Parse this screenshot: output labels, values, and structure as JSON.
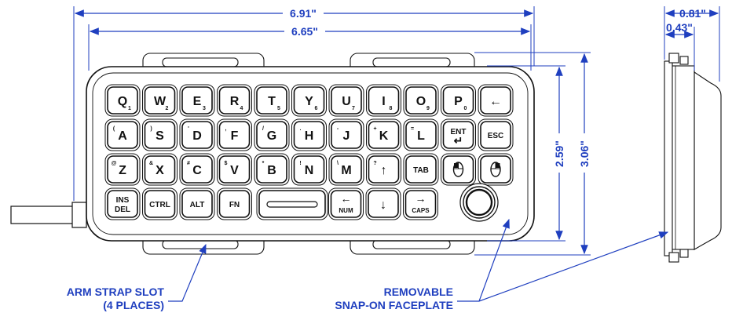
{
  "dimensions": {
    "overall_width": "6.91\"",
    "faceplate_width": "6.65\"",
    "faceplate_height": "2.59\"",
    "overall_height": "3.06\"",
    "side_depth": "0.81\"",
    "side_faceplate_depth": "0.43\""
  },
  "callouts": {
    "arm_strap_line1": "ARM STRAP SLOT",
    "arm_strap_line2": "(4 PLACES)",
    "faceplate_line1": "REMOVABLE",
    "faceplate_line2": "SNAP-ON FACEPLATE"
  },
  "keyboard": {
    "rows": [
      [
        {
          "label": "Q",
          "sub": "1"
        },
        {
          "label": "W",
          "sub": "2"
        },
        {
          "label": "E",
          "sub": "3"
        },
        {
          "label": "R",
          "sub": "4"
        },
        {
          "label": "T",
          "sub": "5"
        },
        {
          "label": "Y",
          "sub": "6"
        },
        {
          "label": "U",
          "sub": "7"
        },
        {
          "label": "I",
          "sub": "8"
        },
        {
          "label": "O",
          "sub": "9"
        },
        {
          "label": "P",
          "sub": "0"
        },
        {
          "label": "←",
          "sub": ""
        }
      ],
      [
        {
          "label": "A",
          "sub": "("
        },
        {
          "label": "S",
          "sub": ")"
        },
        {
          "label": "D",
          "sub": "'"
        },
        {
          "label": "F",
          "sub": ","
        },
        {
          "label": "G",
          "sub": "/"
        },
        {
          "label": "H",
          "sub": "."
        },
        {
          "label": "J",
          "sub": "-"
        },
        {
          "label": "K",
          "sub": "+"
        },
        {
          "label": "L",
          "sub": "="
        },
        {
          "label": "ENT",
          "sub": "↵"
        },
        {
          "label": "ESC",
          "sub": ""
        }
      ],
      [
        {
          "label": "Z",
          "sub": "@"
        },
        {
          "label": "X",
          "sub": "&"
        },
        {
          "label": "C",
          "sub": "#"
        },
        {
          "label": "V",
          "sub": "$"
        },
        {
          "label": "B",
          "sub": "*"
        },
        {
          "label": "N",
          "sub": "!"
        },
        {
          "label": "M",
          "sub": "\\"
        },
        {
          "label": "↑",
          "sub": "?"
        },
        {
          "label": "TAB",
          "sub": ""
        },
        {
          "label": "left-mouse-button-icon",
          "sub": ""
        },
        {
          "label": "right-mouse-button-icon",
          "sub": ""
        }
      ],
      [
        {
          "label": "INS",
          "label2": "DEL"
        },
        {
          "label": "CTRL"
        },
        {
          "label": "ALT"
        },
        {
          "label": "FN"
        },
        {
          "label": "space-bar"
        },
        {
          "label": "←",
          "label2": "NUM"
        },
        {
          "label": "↓"
        },
        {
          "label": "→",
          "label2": "CAPS"
        },
        {
          "label": "trackball"
        }
      ]
    ]
  },
  "colors": {
    "dimension_blue": "#1f3fbf",
    "outline_black": "#111111"
  }
}
